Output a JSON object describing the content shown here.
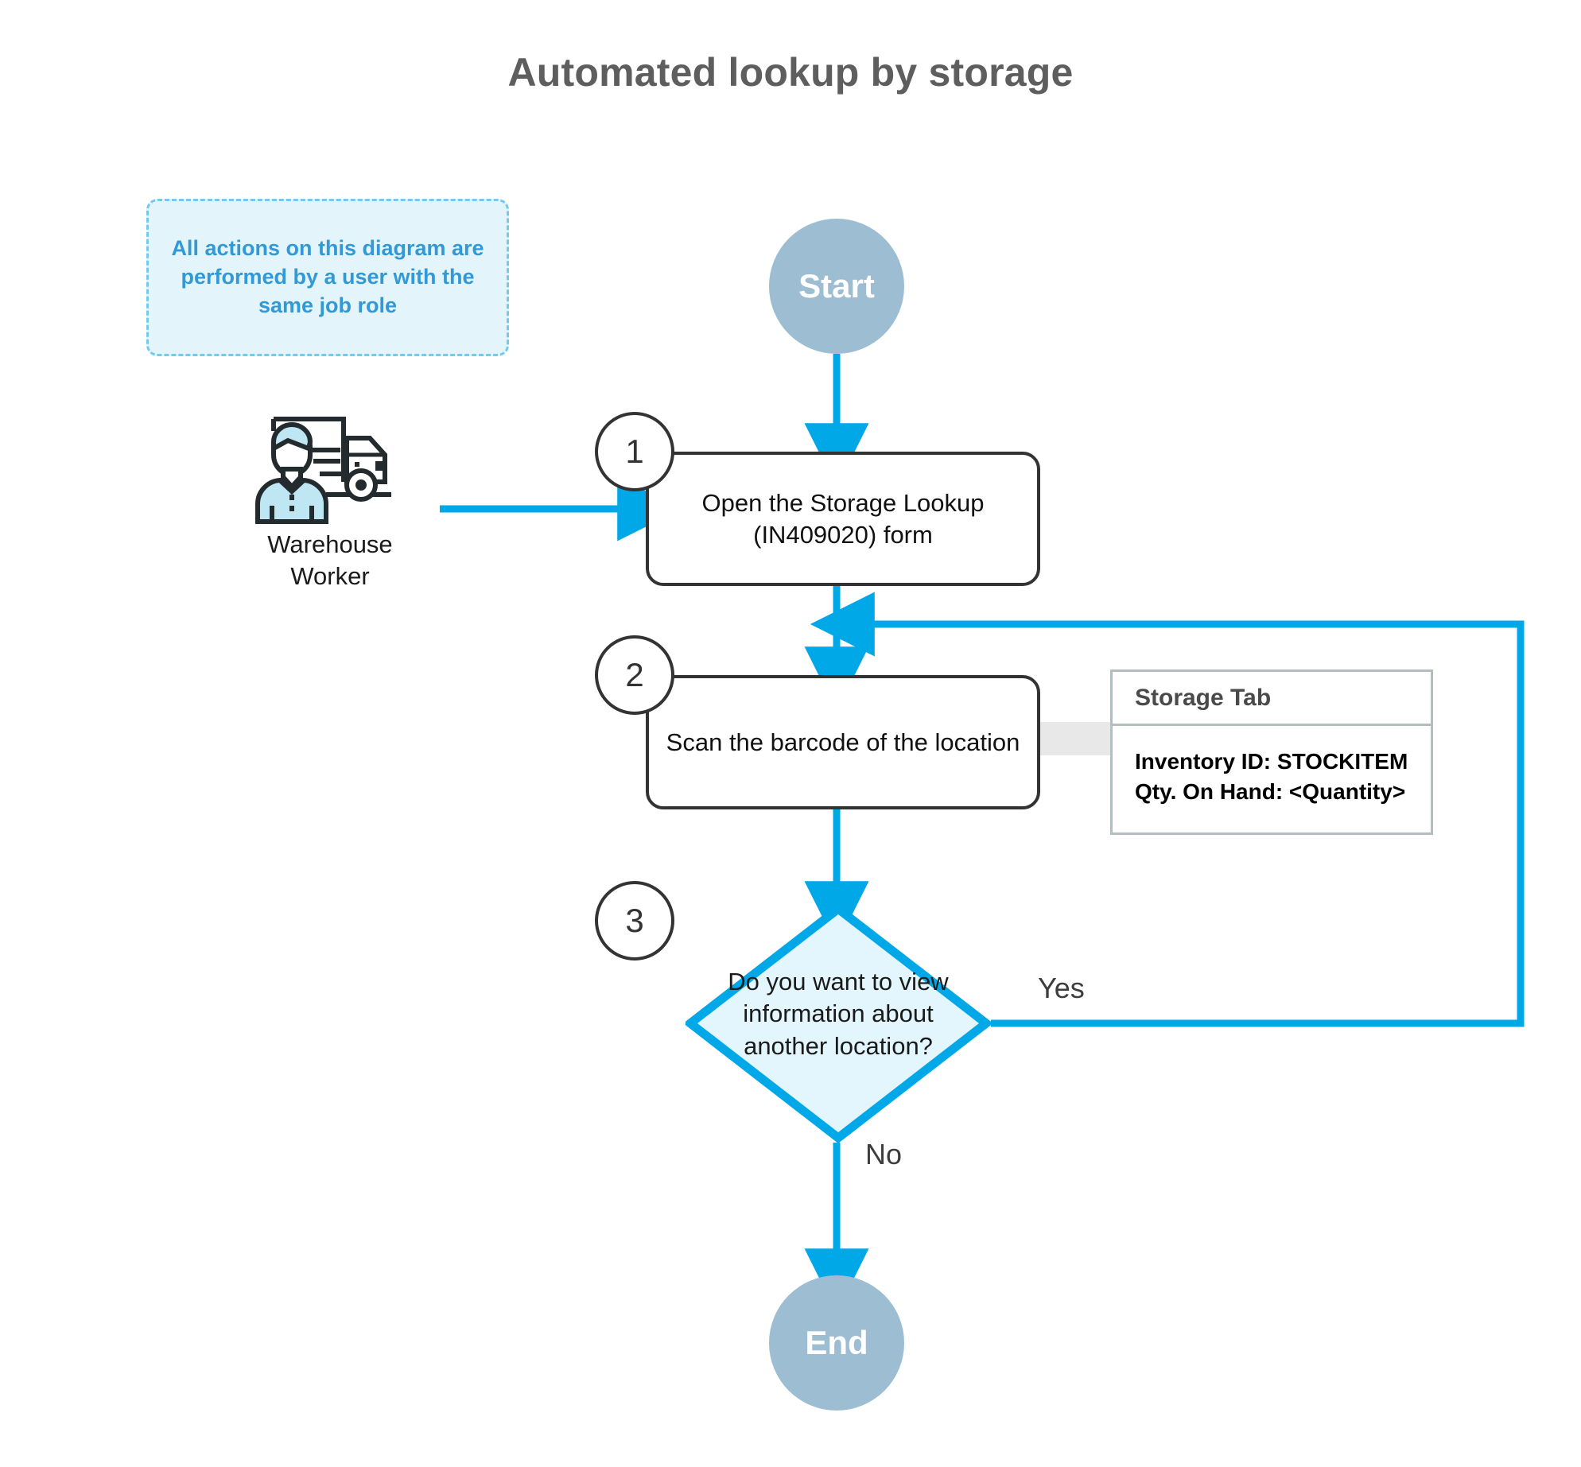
{
  "title": "Automated lookup by storage",
  "note": {
    "text": "All actions on this diagram are performed by a user with the same job role"
  },
  "actor": {
    "label_line1": "Warehouse",
    "label_line2": "Worker",
    "icon": "warehouse-worker-truck-icon"
  },
  "nodes": {
    "start": {
      "label": "Start",
      "shape": "circle",
      "color": "#9cbdd2"
    },
    "end": {
      "label": "End",
      "shape": "circle",
      "color": "#9cbdd2"
    },
    "step1": {
      "number": "1",
      "line1": "Open the Storage Lookup",
      "line2": "(IN409020) form"
    },
    "step2": {
      "number": "2",
      "line1": "Scan the barcode of the location"
    },
    "step3": {
      "number": "3",
      "line1": "Do you want to view",
      "line2": "information about",
      "line3": "another location?",
      "shape": "diamond",
      "fill": "#e3f5fd",
      "stroke": "#00a8e8"
    }
  },
  "edges": {
    "yes_label": "Yes",
    "no_label": "No",
    "color": "#00a8e8"
  },
  "annotation": {
    "header": "Storage Tab",
    "line1": "Inventory ID: STOCKITEM",
    "line2": "Qty. On Hand: <Quantity>"
  },
  "chart_data": {
    "type": "flowchart",
    "title": "Automated lookup by storage",
    "nodes": [
      {
        "id": "start",
        "type": "terminator",
        "label": "Start"
      },
      {
        "id": "step1",
        "type": "process",
        "number": 1,
        "label": "Open the Storage Lookup (IN409020) form"
      },
      {
        "id": "step2",
        "type": "process",
        "number": 2,
        "label": "Scan the barcode of the location"
      },
      {
        "id": "step3",
        "type": "decision",
        "number": 3,
        "label": "Do you want to view information about another location?"
      },
      {
        "id": "end",
        "type": "terminator",
        "label": "End"
      },
      {
        "id": "actor",
        "type": "actor",
        "label": "Warehouse Worker"
      },
      {
        "id": "note",
        "type": "note",
        "label": "All actions on this diagram are performed by a user with the same job role"
      },
      {
        "id": "annotation",
        "type": "annotation",
        "label": "Storage Tab: Inventory ID: STOCKITEM / Qty. On Hand: <Quantity>"
      }
    ],
    "edges": [
      {
        "from": "start",
        "to": "step1",
        "label": ""
      },
      {
        "from": "actor",
        "to": "step1",
        "label": ""
      },
      {
        "from": "step1",
        "to": "step2",
        "label": ""
      },
      {
        "from": "step2",
        "to": "step3",
        "label": ""
      },
      {
        "from": "step3",
        "to": "step2",
        "label": "Yes"
      },
      {
        "from": "step3",
        "to": "end",
        "label": "No"
      },
      {
        "from": "step2",
        "to": "annotation",
        "label": ""
      }
    ]
  }
}
